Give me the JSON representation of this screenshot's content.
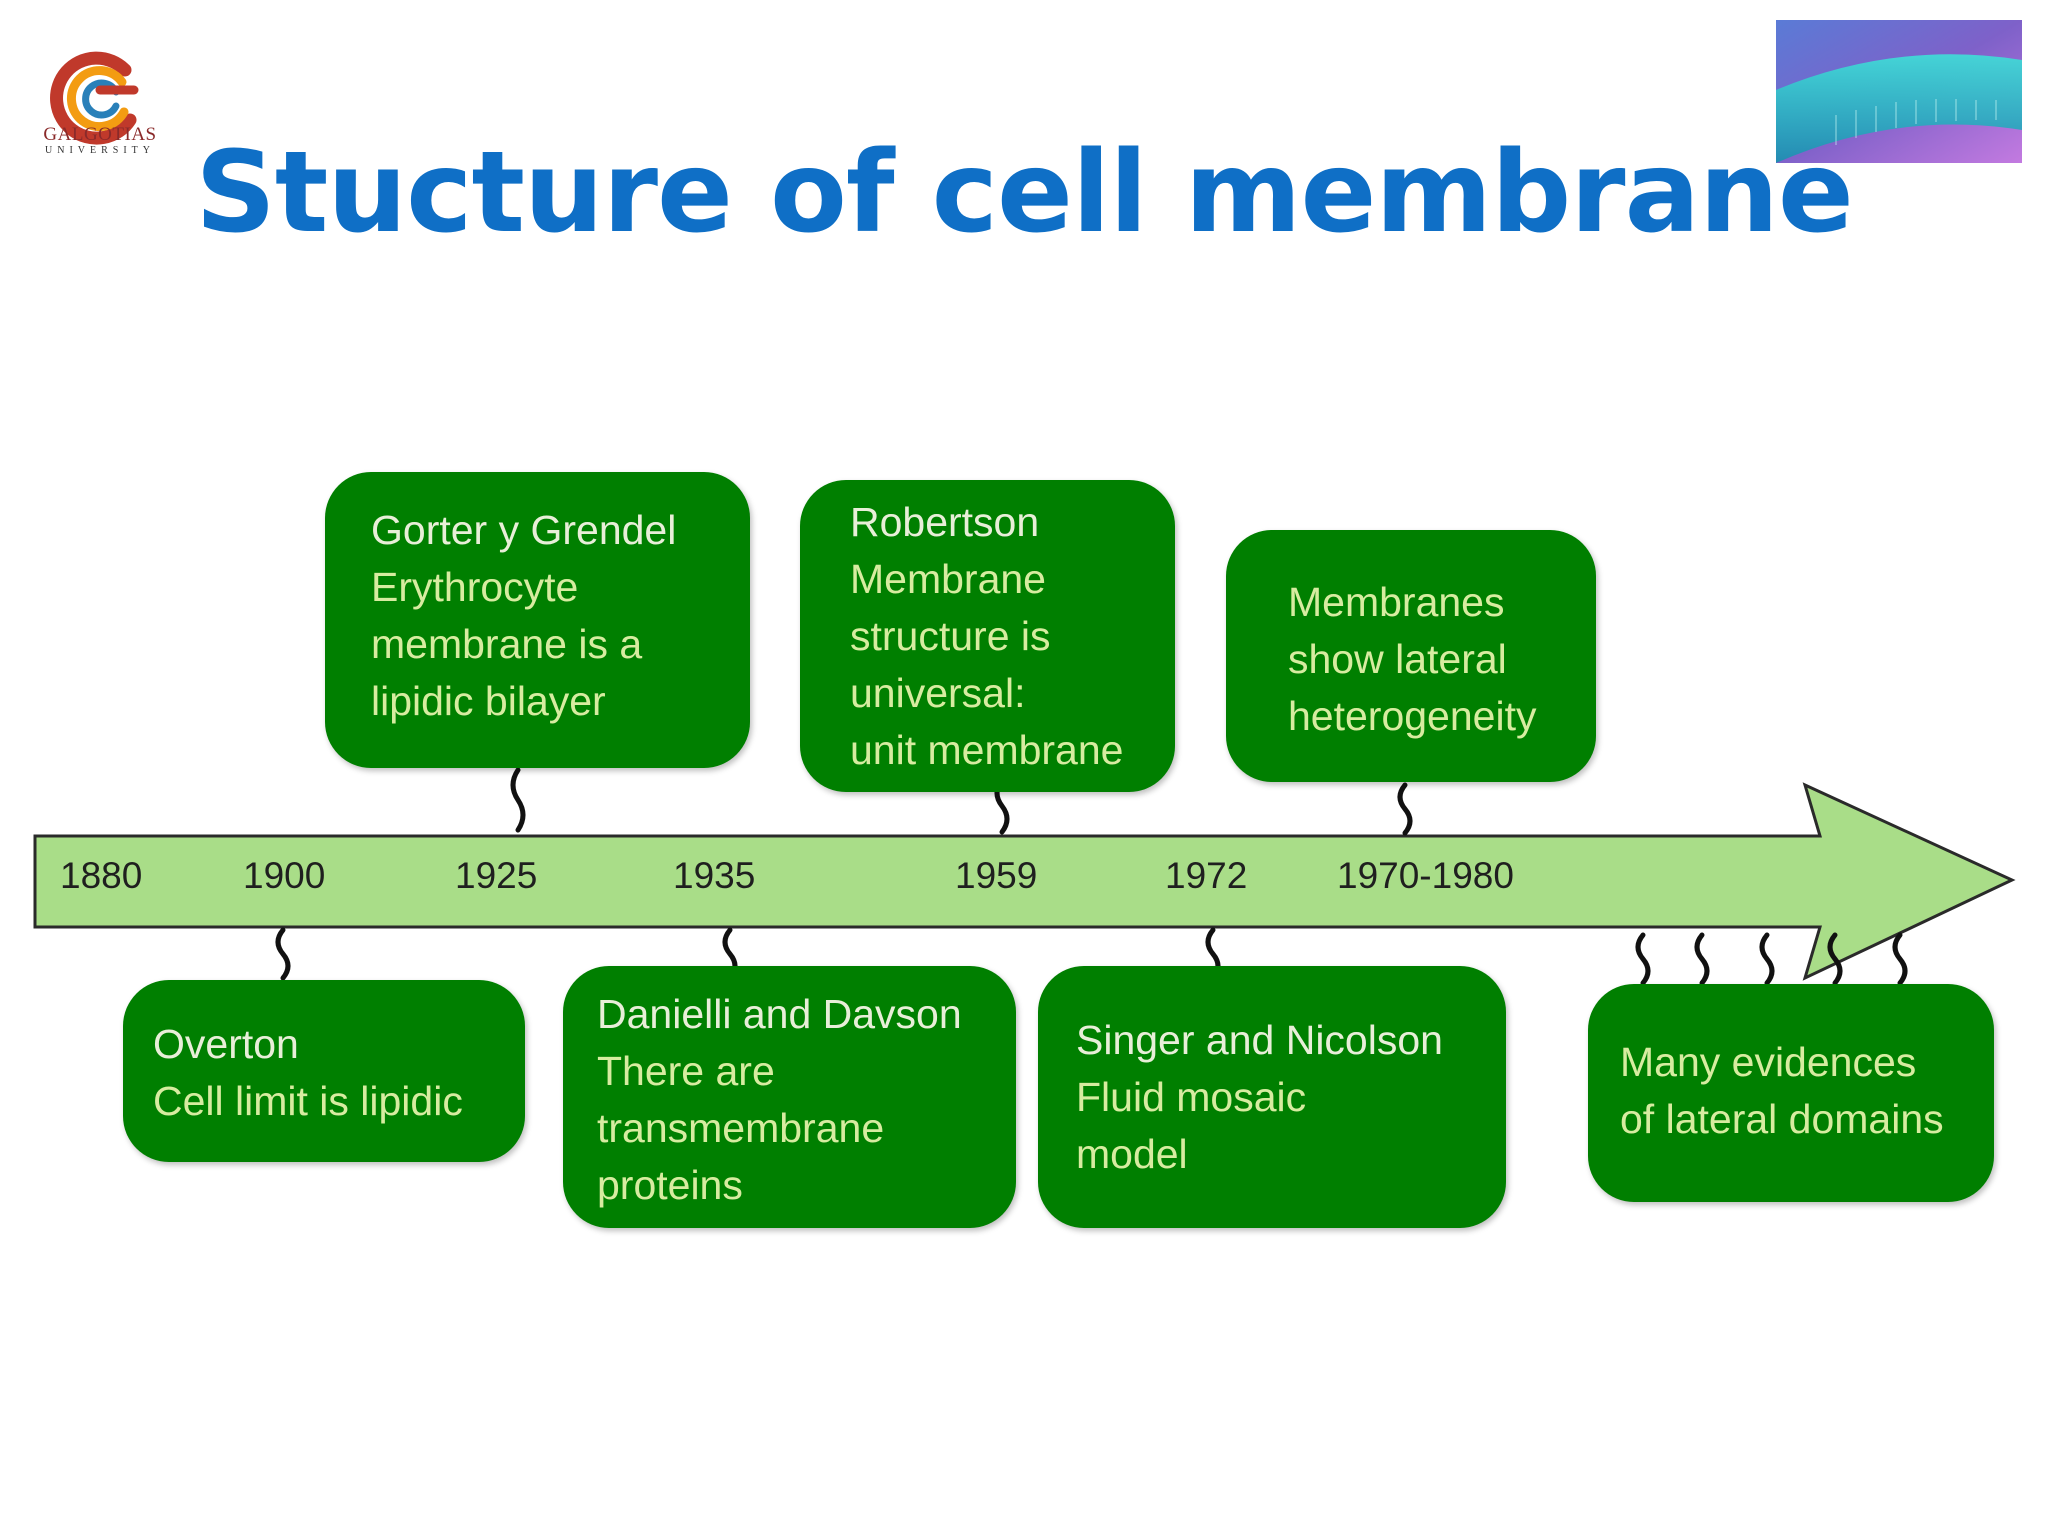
{
  "slide": {
    "title": "Stucture of cell membrane",
    "logo": {
      "name": "GALGOTIAS",
      "sub": "UNIVERSITY"
    },
    "colors": {
      "title": "#0f6fc6",
      "box": "#007f00",
      "box_text": "#d7eca0",
      "arrow": "#a9dd88"
    }
  },
  "years": [
    "1880",
    "1900",
    "1925",
    "1935",
    "1959",
    "1972",
    "1970-1980"
  ],
  "events_top": [
    {
      "lines": [
        "Gorter y Grendel",
        "Erythrocyte",
        "membrane is a",
        "lipidic bilayer"
      ]
    },
    {
      "lines": [
        "Robertson",
        "Membrane",
        "structure is",
        "universal:",
        "unit membrane"
      ]
    },
    {
      "lines": [
        "Membranes",
        "show lateral",
        "heterogeneity"
      ]
    }
  ],
  "events_bottom": [
    {
      "lines": [
        "Overton",
        "Cell limit is lipidic"
      ]
    },
    {
      "lines": [
        "Danielli and Davson",
        "There are",
        "transmembrane",
        "proteins"
      ]
    },
    {
      "lines": [
        "Singer and Nicolson",
        "Fluid mosaic",
        "model"
      ]
    },
    {
      "lines": [
        "Many evidences",
        "of lateral domains"
      ]
    }
  ]
}
